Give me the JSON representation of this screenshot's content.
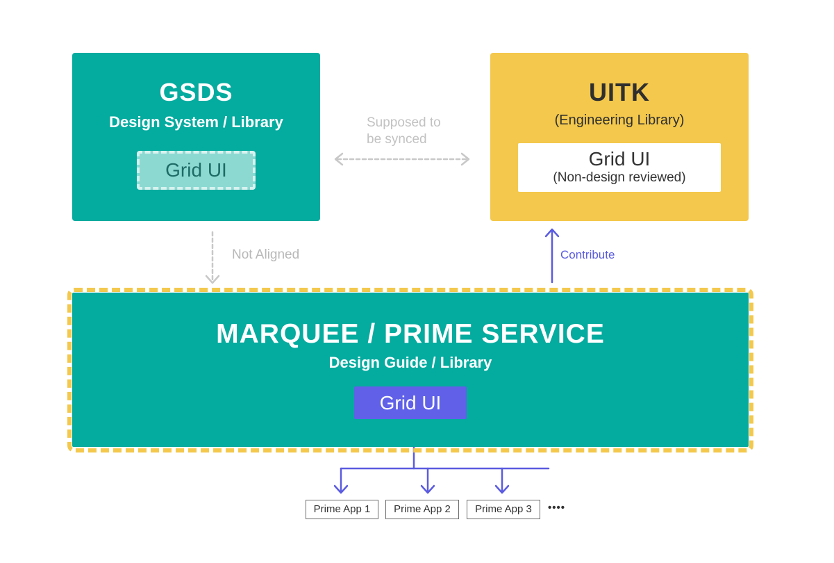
{
  "gsds": {
    "title": "GSDS",
    "subtitle": "Design System / Library",
    "component": "Grid UI"
  },
  "uitk": {
    "title": "UITK",
    "subtitle": "(Engineering Library)",
    "component": "Grid UI",
    "component_note": "(Non-design reviewed)"
  },
  "marquee": {
    "title": "MARQUEE / PRIME SERVICE",
    "subtitle": "Design Guide / Library",
    "component": "Grid UI"
  },
  "connectors": {
    "sync_line1": "Supposed to",
    "sync_line2": "be synced",
    "not_aligned": "Not Aligned",
    "contribute": "Contribute"
  },
  "apps": [
    "Prime App 1",
    "Prime App 2",
    "Prime App 3"
  ],
  "apps_more": "••••",
  "colors": {
    "teal": "#04ab9f",
    "yellow": "#f3c84c",
    "purple": "#6061e8",
    "gray_arrow": "#c8c8c8"
  }
}
